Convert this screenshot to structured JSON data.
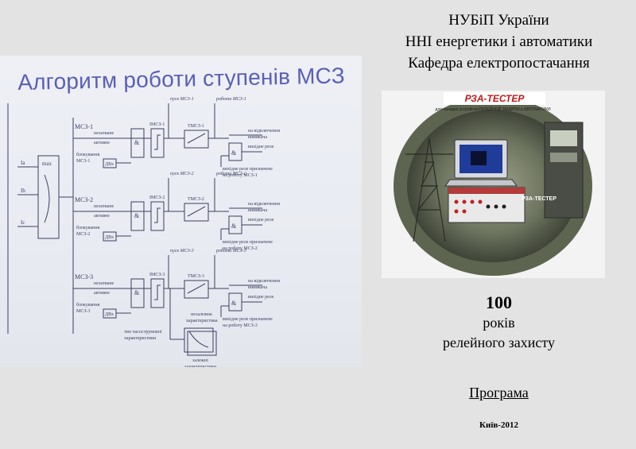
{
  "left_photo": {
    "title": "Алгоритм роботи ступенів МСЗ",
    "diagram": {
      "inputs": [
        "Ia",
        "Ib",
        "Ic"
      ],
      "max_block": "max",
      "stages": [
        {
          "name": "МСЗ-1",
          "switch_upper": "незатиане",
          "switch_lower": "активне",
          "block_label": [
            "блокування",
            "МСЗ-1"
          ],
          "dvh": "ДВх",
          "setting": "IМСЗ-1",
          "start_label": "пуск МСЗ-1",
          "timer": "ТМСЗ-1",
          "work_label": "робота МСЗ-1",
          "out_trip": [
            "на відключення",
            "вимикача"
          ],
          "out_relay": "вихідне реле",
          "assign": [
            "вихідне реле призначене",
            "на роботу МСЗ-1"
          ]
        },
        {
          "name": "МСЗ-2",
          "switch_upper": "незатиане",
          "switch_lower": "активне",
          "block_label": [
            "блокування",
            "МСЗ-2"
          ],
          "dvh": "ДВх",
          "setting": "IМСЗ-2",
          "start_label": "пуск МСЗ-2",
          "timer": "ТМСЗ-2",
          "work_label": "робота МСЗ-2",
          "out_trip": [
            "на відключення",
            "вимикача"
          ],
          "out_relay": "вихідне реле",
          "assign": [
            "вихідне реле призначене",
            "на роботу МСЗ-2"
          ]
        },
        {
          "name": "МСЗ-3",
          "switch_upper": "незатиане",
          "switch_lower": "активне",
          "block_label": [
            "блокування",
            "МСЗ-3"
          ],
          "dvh": "ДВх",
          "setting": "IМСЗ-3",
          "start_label": "пуск МСЗ-3",
          "timer": "ТМСЗ-3",
          "work_label": "робота МСЗ-3",
          "out_trip": [
            "на відключення",
            "вимикача"
          ],
          "out_relay": "вихідне реле",
          "assign": [
            "вихідне реле призначене",
            "на роботу МСЗ-3"
          ],
          "independent": [
            "незалежна",
            "характеристика"
          ],
          "dependent": [
            "залежні",
            "характеристики"
          ],
          "time_type": [
            "тип часострумової",
            "характеристики"
          ]
        }
      ]
    }
  },
  "organization": {
    "line1": "НУБіП України",
    "line2": "ННІ енергетики і автоматики",
    "line3": "Кафедра електропостачання"
  },
  "disc_image": {
    "banner": "РЗА-ТЕСТЕР",
    "subtitle": "для наладки устройств РЕЛЕЙНОЙ ЗАЩИТЫ и АВТОМАТИКИ",
    "device_label": "РЗА-ТЕСТЕР"
  },
  "anniversary": {
    "number": "100",
    "line1": "років",
    "line2": "релейного захисту"
  },
  "program_label": "Програма",
  "place_year": "Київ-2012"
}
